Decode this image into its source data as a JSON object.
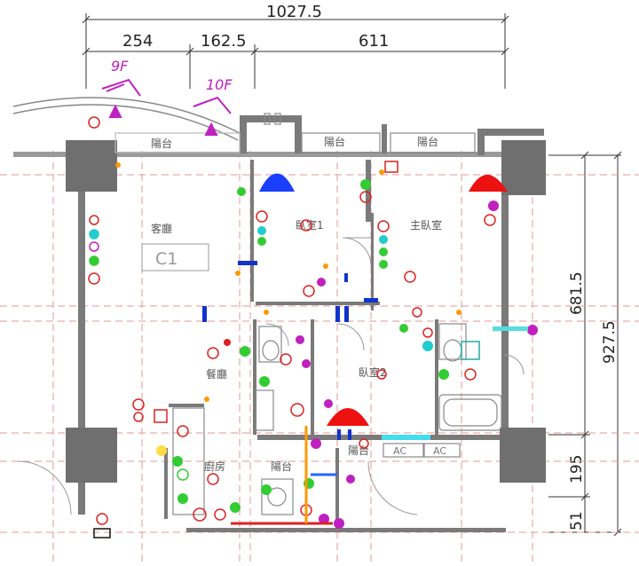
{
  "dimensions": {
    "total_width": "1027.5",
    "segment_1": "254",
    "segment_2": "162.5",
    "segment_3": "611",
    "height_upper": "681.5",
    "height_total": "927.5",
    "height_lower": "195",
    "height_bottom": "51"
  },
  "floor_tags": {
    "tag_1": "9F",
    "tag_2": "10F"
  },
  "room_labels": {
    "balcony_top_left": "陽台",
    "balcony_top_mid": "陽台",
    "balcony_top_right": "陽台",
    "living": "客廳",
    "bedroom_1": "臥室1",
    "master_bedroom": "主臥室",
    "dining": "餐廳",
    "bedroom_2": "臥室2",
    "kitchen": "廚房",
    "balcony_bottom": "陽台",
    "balcony_bottom_right": "陽台",
    "ac_1": "AC",
    "ac_2": "AC"
  },
  "unit_tag": "C1",
  "colors": {
    "wall": "#7a7a7a",
    "blue_marker": "#1a3fff",
    "red_marker": "#ee1111",
    "magenta": "#cc22cc",
    "green": "#33cc33",
    "red_device": "#dd2222",
    "cyan": "#22cccc",
    "orange": "#ff9900"
  }
}
